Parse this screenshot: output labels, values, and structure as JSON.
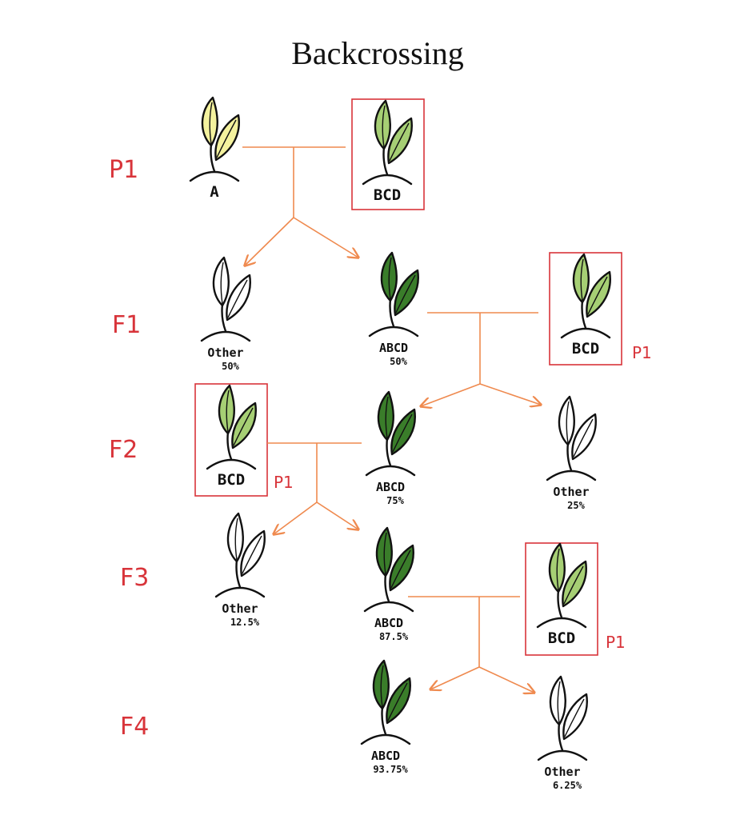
{
  "title": "Backcrossing",
  "generations": [
    "P1",
    "F1",
    "F2",
    "F3",
    "F4"
  ],
  "parent_tag": "P1",
  "colors": {
    "genotype_a": "#f4f29e",
    "recurrent_parent": "#a6cf74",
    "abcd": "#3a7d2a",
    "other": "#ffffff",
    "arrow": "#ef8a4f",
    "highlight_box": "#d8343a"
  },
  "plants": [
    {
      "id": "p1-a",
      "genotype": "A",
      "percent": ""
    },
    {
      "id": "p1-bcd",
      "genotype": "BCD",
      "percent": ""
    },
    {
      "id": "f1-other",
      "genotype": "Other",
      "percent": "50%"
    },
    {
      "id": "f1-abcd",
      "genotype": "ABCD",
      "percent": "50%"
    },
    {
      "id": "f1-parent",
      "genotype": "BCD",
      "percent": ""
    },
    {
      "id": "f2-parent",
      "genotype": "BCD",
      "percent": ""
    },
    {
      "id": "f2-abcd",
      "genotype": "ABCD",
      "percent": "75%"
    },
    {
      "id": "f2-other",
      "genotype": "Other",
      "percent": "25%"
    },
    {
      "id": "f3-other",
      "genotype": "Other",
      "percent": "12.5%"
    },
    {
      "id": "f3-abcd",
      "genotype": "ABCD",
      "percent": "87.5%"
    },
    {
      "id": "f3-parent",
      "genotype": "BCD",
      "percent": ""
    },
    {
      "id": "f4-abcd",
      "genotype": "ABCD",
      "percent": "93.75%"
    },
    {
      "id": "f4-other",
      "genotype": "Other",
      "percent": "6.25%"
    }
  ]
}
